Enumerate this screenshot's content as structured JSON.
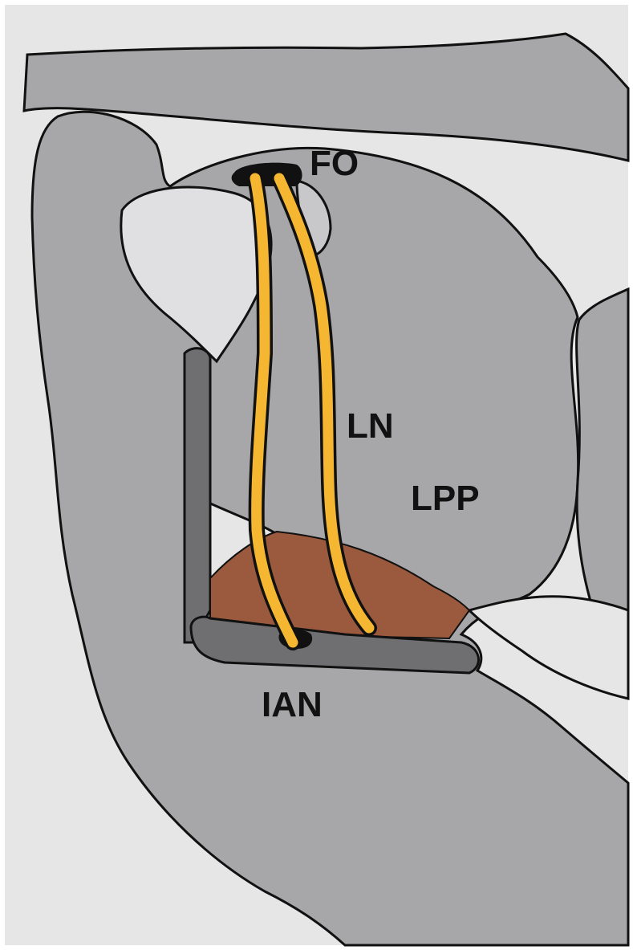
{
  "labels": {
    "fo": "FO",
    "ln": "LN",
    "lpp": "LPP",
    "ian": "IAN"
  },
  "colors": {
    "background": "#e6e6e6",
    "bone": "#a7a7a9",
    "nerve": "#f5b731",
    "muscle_region": "#9b5a3e",
    "dark_plate": "#6f6f72",
    "outline": "#111111"
  }
}
